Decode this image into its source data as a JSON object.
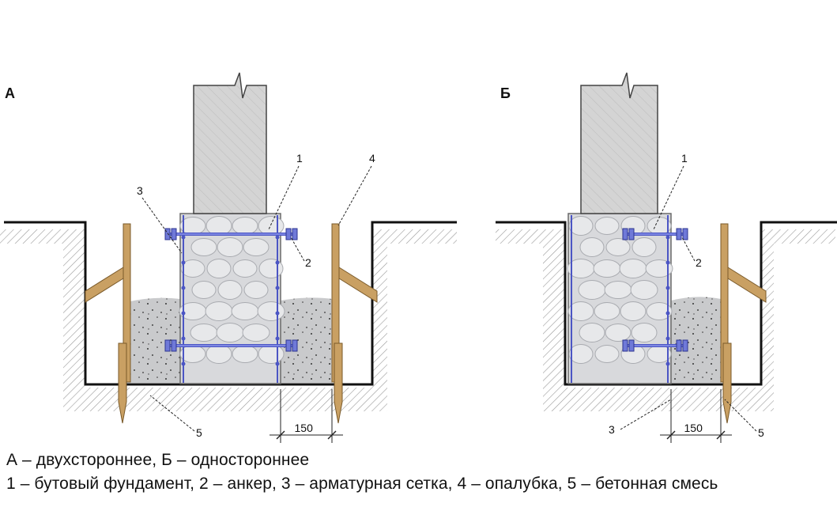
{
  "panels": [
    {
      "letter": "А",
      "callouts": {
        "c1": "1",
        "c2": "2",
        "c3": "3",
        "c4": "4",
        "c5": "5"
      },
      "dimension": "150"
    },
    {
      "letter": "Б",
      "callouts": {
        "c1": "1",
        "c2": "2",
        "c3": "3",
        "c5": "5"
      },
      "dimension": "150"
    }
  ],
  "caption": {
    "line1": "А – двухстороннее, Б – одностороннее",
    "line2": "1 – бутовый фундамент, 2 – анкер, 3 – арматурная сетка, 4 – опалубка, 5 – бетонная смесь"
  },
  "colors": {
    "concrete": "#c9cacc",
    "mesh": "#4b55c4",
    "wood": "#c9a063",
    "stone": "#e7e8ea",
    "wall": "#d3d3d3"
  }
}
